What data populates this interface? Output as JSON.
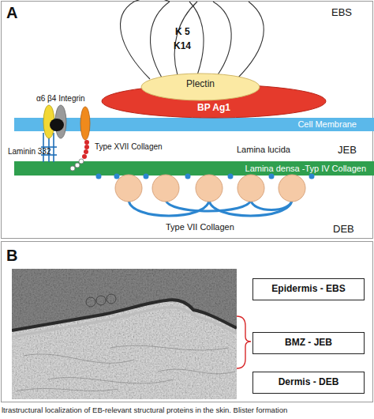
{
  "diagram": {
    "caption": "ltrastructural localization of EB-relevant structural proteins in the skin. Blister formation",
    "nodes": [
      {
        "text": [
          "Plectin"
        ]
      },
      {
        "text": [
          "BP Ag1"
        ]
      },
      {
        "text": [
          "Cell Membrane"
        ]
      },
      {
        "text": [
          "Lamina densa -Typ IV Collagen"
        ]
      },
      {
        "text": [
          "Epidermis - EBS"
        ]
      },
      {
        "text": [
          "BMZ - JEB"
        ]
      },
      {
        "text": [
          "Dermis - DEB"
        ]
      }
    ],
    "labels": [
      "A",
      "EBS",
      "K 5",
      "K14",
      "α6 β4 Integrin",
      "Laminin 332",
      "Type XVII Collagen",
      "Lamina lucida",
      "JEB",
      "Type VII Collagen",
      "DEB",
      "B"
    ]
  }
}
